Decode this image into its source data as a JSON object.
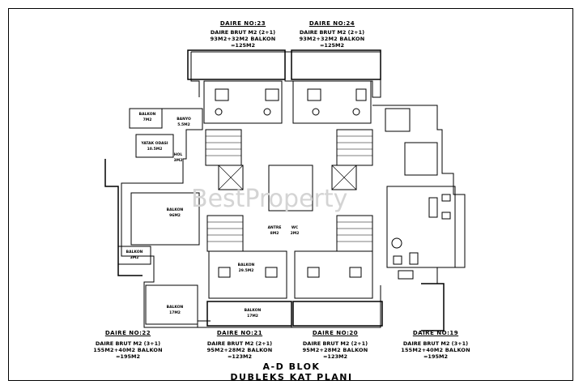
{
  "units": [
    {
      "id": "23",
      "no": "DAIRE NO:23",
      "area": "DAIRE BRUT M2 (2+1)",
      "calc": "93M2+32M2 BALKON",
      "total": "=125M2"
    },
    {
      "id": "24",
      "no": "DAIRE NO:24",
      "area": "DAIRE BRUT M2 (2+1)",
      "calc": "93M2+32M2 BALKON",
      "total": "=125M2"
    },
    {
      "id": "22",
      "no": "DAIRE NO:22",
      "area": "DAIRE BRUT M2 (3+1)",
      "calc": "155M2+40M2 BALKON",
      "total": "=195M2"
    },
    {
      "id": "21",
      "no": "DAIRE NO:21",
      "area": "DAIRE BRUT M2 (2+1)",
      "calc": "95M2+28M2 BALKON",
      "total": "=123M2"
    },
    {
      "id": "20",
      "no": "DAIRE NO:20",
      "area": "DAIRE BRUT M2 (2+1)",
      "calc": "95M2+28M2 BALKON",
      "total": "=123M2"
    },
    {
      "id": "19",
      "no": "DAIRE NO:19",
      "area": "DAIRE BRUT M2 (3+1)",
      "calc": "155M2+40M2 BALKON",
      "total": "=195M2"
    }
  ],
  "title": {
    "line1": "A-D BLOK",
    "line2": "DUBLEKS KAT PLANI"
  },
  "rooms": {
    "balkon_left": "BALKON",
    "balkon_left_area": "96M2",
    "balkon_small": "BALKON",
    "balkon_small_area": "7M2",
    "yatak": "YATAK ODASI",
    "yatak_area": "10.5M2",
    "banyo": "BANYO",
    "banyo_area": "5.5M2",
    "balkon_mid": "BALKON",
    "balkon_mid_area": "29.5M2",
    "balkon_low": "BALKON",
    "balkon_low_area": "17M2",
    "balkon_left_low": "BALKON",
    "balkon_left_low_area": "17M2",
    "balkon_corner": "BALKON",
    "balkon_corner_area": "3M2",
    "antre": "ANTRE",
    "antre_area": "8M2",
    "hol": "HOL",
    "hol_area": "3M2",
    "wc": "WC",
    "wc_area": "2M2"
  },
  "watermark": "BestProperty"
}
